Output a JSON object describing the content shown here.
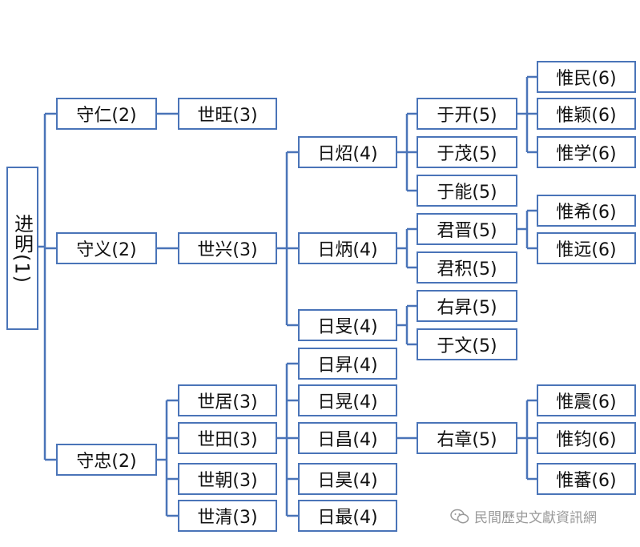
{
  "accent_color": "#4a74b8",
  "nodes": {
    "n1": {
      "label": "进明(1)"
    },
    "n2a": {
      "label": "守仁(2)"
    },
    "n2b": {
      "label": "守义(2)"
    },
    "n2c": {
      "label": "守忠(2)"
    },
    "n3a": {
      "label": "世旺(3)"
    },
    "n3b": {
      "label": "世兴(3)"
    },
    "n3c": {
      "label": "世居(3)"
    },
    "n3d": {
      "label": "世田(3)"
    },
    "n3e": {
      "label": "世朝(3)"
    },
    "n3f": {
      "label": "世清(3)"
    },
    "n4a": {
      "label": "日炤(4)"
    },
    "n4b": {
      "label": "日炳(4)"
    },
    "n4c": {
      "label": "日旻(4)"
    },
    "n4d": {
      "label": "日昇(4)"
    },
    "n4e": {
      "label": "日晃(4)"
    },
    "n4f": {
      "label": "日昌(4)"
    },
    "n4g": {
      "label": "日昊(4)"
    },
    "n4h": {
      "label": "日最(4)"
    },
    "n5a": {
      "label": "于开(5)"
    },
    "n5b": {
      "label": "于茂(5)"
    },
    "n5c": {
      "label": "于能(5)"
    },
    "n5d": {
      "label": "君晋(5)"
    },
    "n5e": {
      "label": "君积(5)"
    },
    "n5f": {
      "label": "右昇(5)"
    },
    "n5g": {
      "label": "于文(5)"
    },
    "n5h": {
      "label": "右章(5)"
    },
    "n6a": {
      "label": "惟民(6)"
    },
    "n6b": {
      "label": "惟颖(6)"
    },
    "n6c": {
      "label": "惟学(6)"
    },
    "n6d": {
      "label": "惟希(6)"
    },
    "n6e": {
      "label": "惟远(6)"
    },
    "n6f": {
      "label": "惟震(6)"
    },
    "n6g": {
      "label": "惟钧(6)"
    },
    "n6h": {
      "label": "惟蕃(6)"
    }
  },
  "watermark": {
    "icon": "wechat-icon",
    "text": "民間歷史文獻資訊網"
  }
}
